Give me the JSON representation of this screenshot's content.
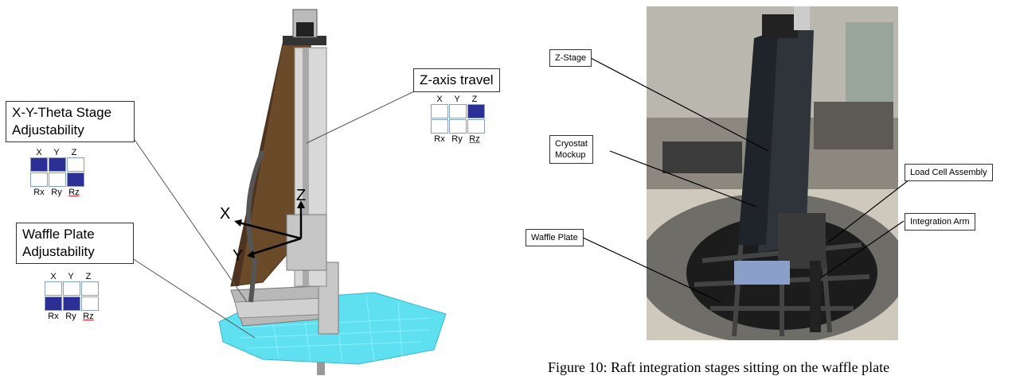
{
  "left_figure": {
    "z_axis_callout": "Z-axis travel",
    "xyt_callout_line1": "X-Y-Theta Stage",
    "xyt_callout_line2": "Adjustability",
    "waffle_callout_line1": "Waffle Plate",
    "waffle_callout_line2": "Adjustability",
    "axis_x": "X",
    "axis_y": "Y",
    "axis_z": "Z",
    "grid_labels": {
      "top": [
        "X",
        "Y",
        "Z"
      ],
      "bottom": [
        "Rx",
        "Ry",
        "Rz"
      ]
    },
    "grids": {
      "z_axis": {
        "top": [
          false,
          false,
          true
        ],
        "bottom": [
          false,
          false,
          false
        ]
      },
      "xyt": {
        "top": [
          true,
          true,
          false
        ],
        "bottom": [
          false,
          false,
          true
        ]
      },
      "waffle": {
        "top": [
          false,
          false,
          false
        ],
        "bottom": [
          true,
          true,
          false
        ]
      }
    },
    "colors": {
      "filled_cell": "#2b2f96",
      "waffle_plate": "#5ee0f0",
      "tower": "#6b4a2a"
    }
  },
  "right_figure": {
    "labels": {
      "z_stage": "Z-Stage",
      "cryostat_line1": "Cryostat",
      "cryostat_line2": "Mockup",
      "load_cell": "Load Cell Assembly",
      "integration_arm": "Integration Arm",
      "waffle_plate": "Waffle Plate"
    }
  },
  "caption": "Figure 10: Raft integration stages sitting on the waffle plate"
}
